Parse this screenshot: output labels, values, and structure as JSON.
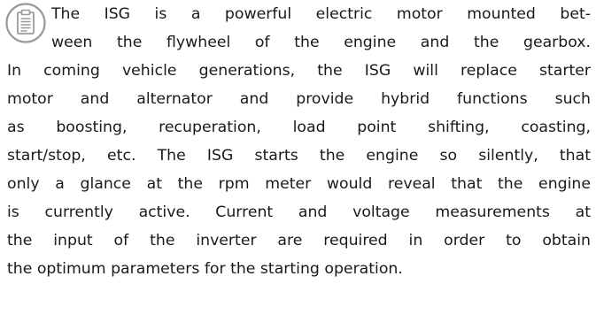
{
  "note": {
    "icon": "clipboard-note-icon",
    "icon_color": "#9a9a9a"
  },
  "paragraph": {
    "lines": [
      "The ISG is a powerful electric motor mounted bet-",
      "ween the flywheel of the engine and the gearbox.",
      "In coming vehicle generations, the ISG will replace starter",
      "motor and alternator and provide hybrid functions such",
      "as boosting, recuperation, load point shifting, coasting,",
      "start/stop, etc. The ISG starts the engine so silently, that",
      "only a glance at the rpm meter would reveal that the engine",
      "is currently active. Current and voltage measurements at",
      "the input of the inverter are required in order to obtain",
      "the optimum parameters for the starting operation."
    ]
  }
}
